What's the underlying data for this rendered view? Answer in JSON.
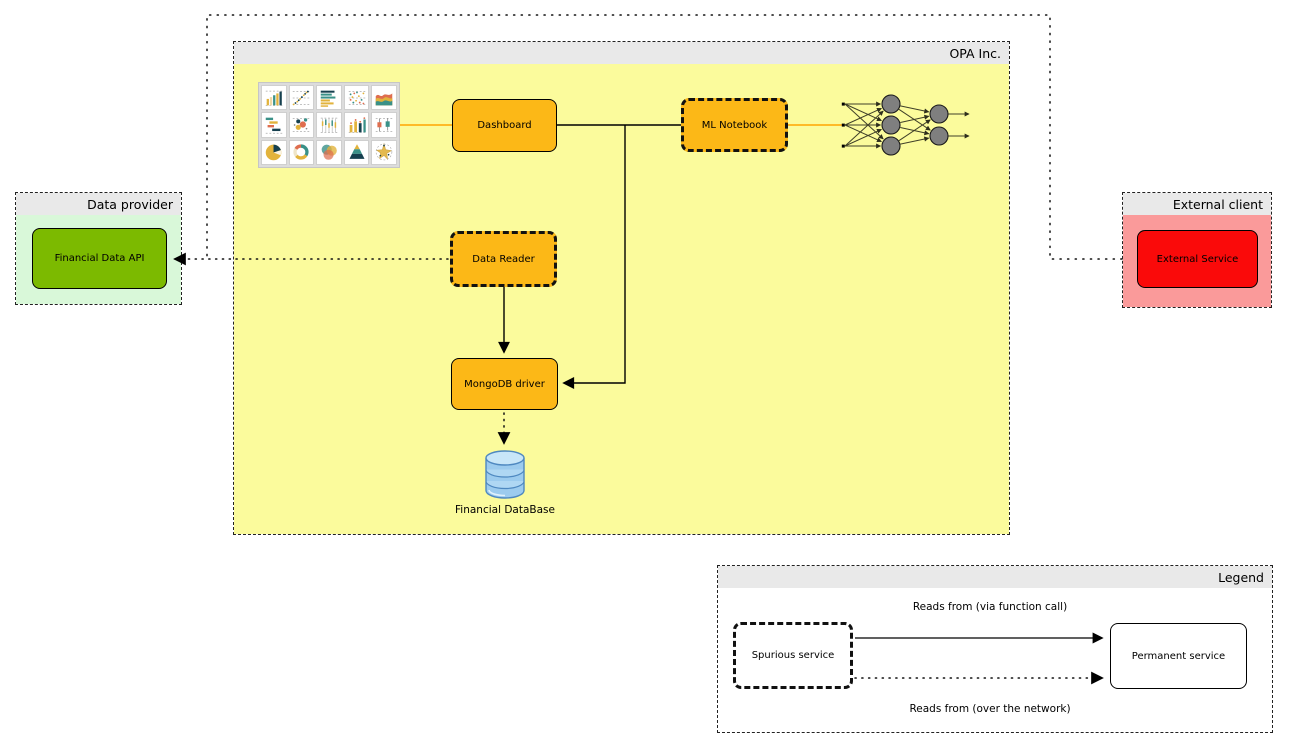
{
  "opa": {
    "title": "OPA Inc.",
    "dashboard": "Dashboard",
    "ml_notebook": "ML Notebook",
    "data_reader": "Data Reader",
    "mongodb_driver": "MongoDB driver",
    "database_label": "Financial DataBase",
    "dashboard_preview_icons": [
      "bar-chart",
      "scatter-trend-chart",
      "hbar-chart",
      "scatter-chart",
      "area-chart",
      "gantt-chart",
      "bubble-chart",
      "candlestick-chart",
      "bar-line-chart",
      "box-plot",
      "pie-chart",
      "donut-chart",
      "venn-diagram",
      "pyramid-chart",
      "radar-chart"
    ]
  },
  "data_provider": {
    "title": "Data provider",
    "api": "Financial Data API"
  },
  "external_client": {
    "title": "External client",
    "service": "External Service"
  },
  "legend": {
    "title": "Legend",
    "spurious": "Spurious service",
    "permanent": "Permanent service",
    "function_call_label": "Reads from (via function call)",
    "network_label": "Reads from (over the network)"
  },
  "edges": [
    {
      "from": "dashboard-preview",
      "to": "dashboard",
      "style": "solid",
      "color": "orange"
    },
    {
      "from": "dashboard",
      "to": "ml-notebook",
      "style": "solid",
      "color": "black"
    },
    {
      "from": "dashboard-ml-notebook-line",
      "to": "mongodb-driver",
      "style": "solid-arrow",
      "color": "black"
    },
    {
      "from": "ml-notebook",
      "to": "neural-network",
      "style": "solid",
      "color": "orange"
    },
    {
      "from": "data-reader",
      "to": "mongodb-driver",
      "style": "solid-arrow",
      "color": "black"
    },
    {
      "from": "mongodb-driver",
      "to": "financial-database",
      "style": "dotted-arrow",
      "color": "black"
    },
    {
      "from": "data-reader",
      "to": "financial-data-api",
      "style": "dotted-arrow",
      "color": "black"
    },
    {
      "from": "external-service",
      "to": "financial-data-api",
      "style": "dotted",
      "color": "black",
      "route": "around top of OPA frame"
    }
  ],
  "colors": {
    "opa_fill": "#FBFB9C",
    "node_fill": "#FCB817",
    "header_fill": "#E9E9E9",
    "provider_fill": "#D9F8D9",
    "api_fill": "#7CBA00",
    "client_fill": "#FA9A9A",
    "service_fill": "#FA0A0A",
    "edge_orange": "#FFA500"
  }
}
